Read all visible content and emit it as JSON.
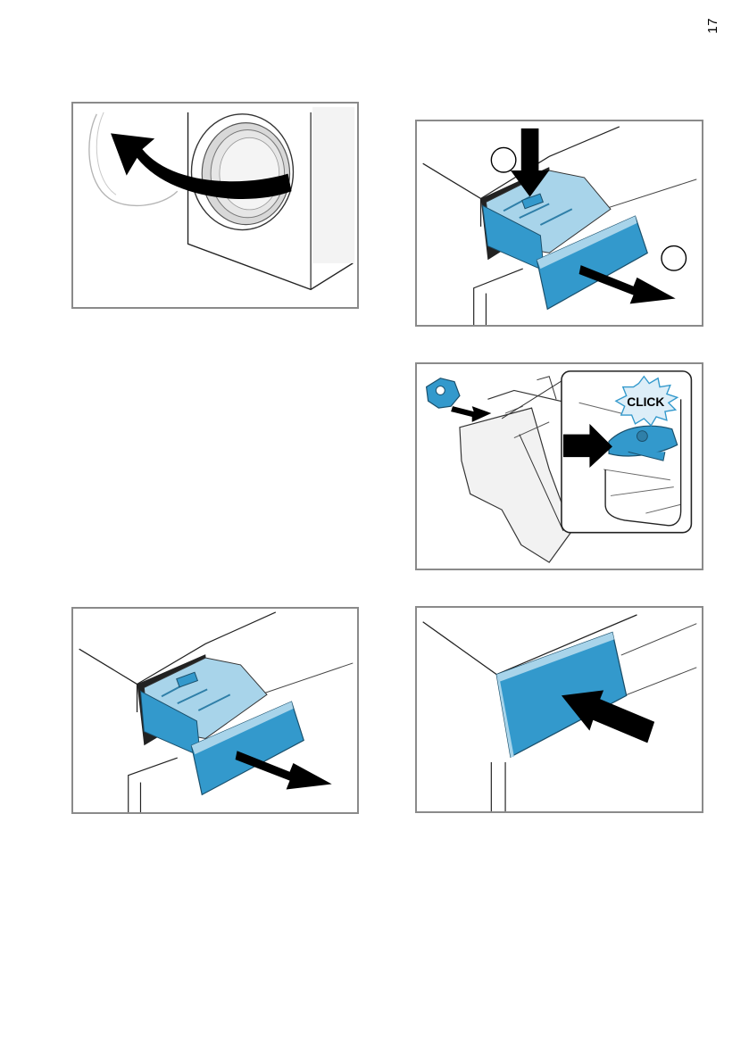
{
  "page": {
    "page_number": "17",
    "colors": {
      "drawer_blue": "#3399cc",
      "drawer_light": "#a8d4ea",
      "frame_gray": "#8a8a8a",
      "arrow": "#000000"
    }
  },
  "illustrations": [
    {
      "id": "open-door",
      "icons": [
        "washer-door",
        "curved-arrow-icon"
      ]
    },
    {
      "id": "press-and-remove-drawer",
      "step_markers": [
        "",
        ""
      ],
      "icons": [
        "press-down-arrow-icon",
        "pull-out-arrow-icon"
      ]
    },
    {
      "id": "insert-insert",
      "callout_text": "CLICK",
      "icons": [
        "insert-arrow-icon",
        "push-arrow-icon"
      ]
    },
    {
      "id": "pull-drawer",
      "icons": [
        "pull-out-arrow-icon"
      ]
    },
    {
      "id": "close-drawer",
      "icons": [
        "push-in-arrow-icon"
      ]
    }
  ]
}
